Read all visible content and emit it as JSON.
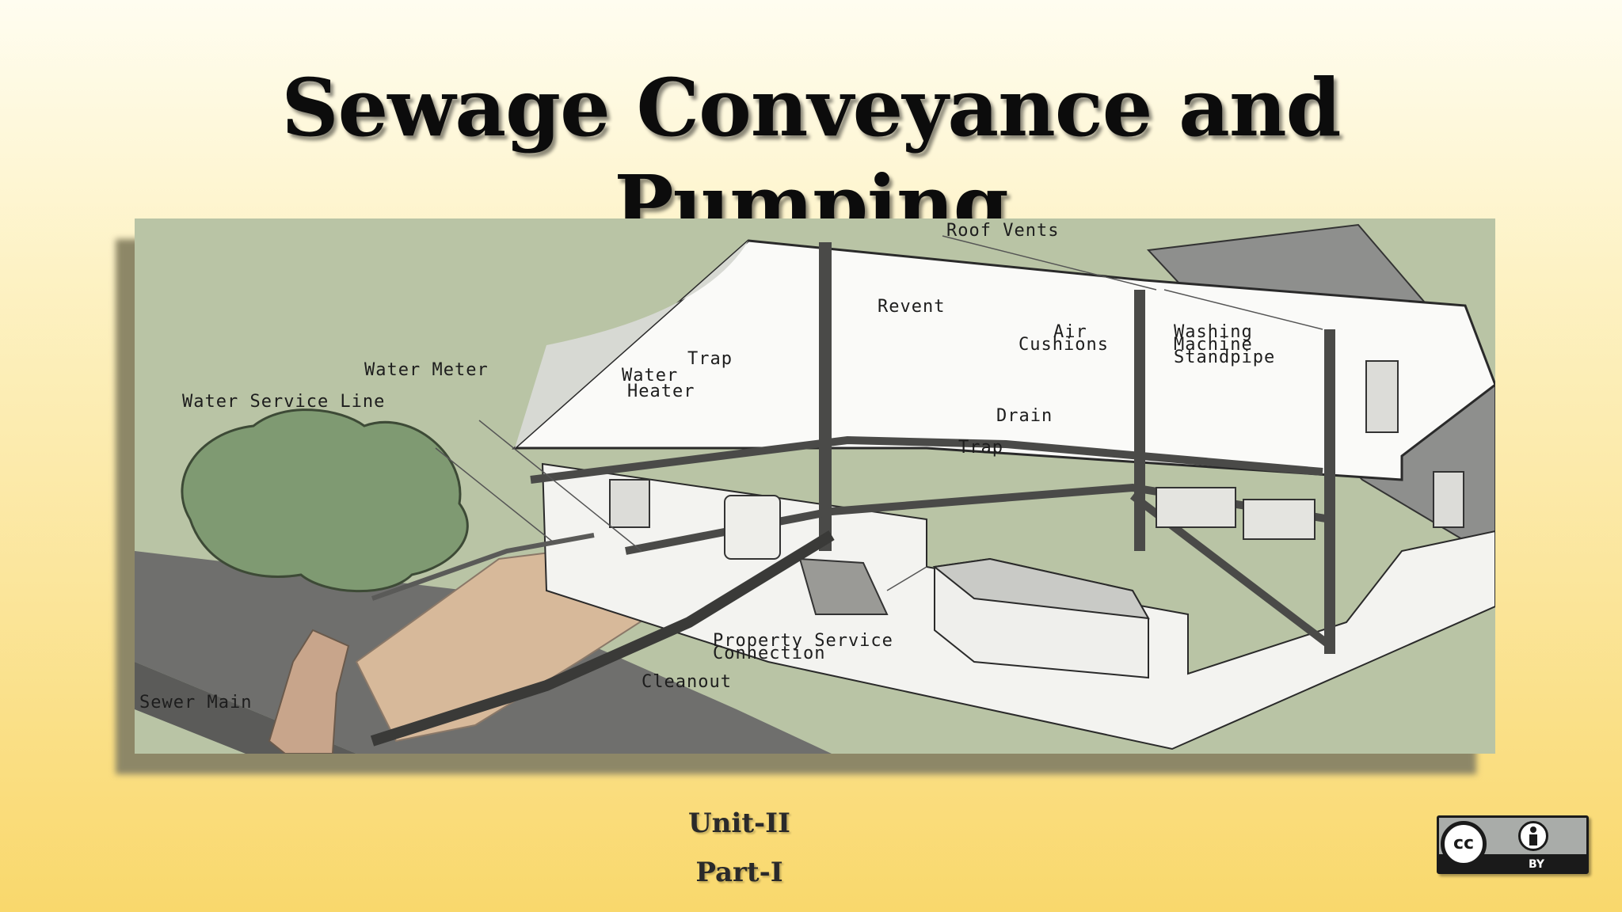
{
  "slide": {
    "title_line1": "Sewage Conveyance and",
    "title_line2": "Pumping",
    "unit": "Unit-II",
    "part": "Part-I"
  },
  "figure": {
    "labels": {
      "roof_vents": "Roof Vents",
      "revent": "Revent",
      "air_1": "Air",
      "air_2": "Cushions",
      "washing_1": "Washing",
      "washing_2": "Machine",
      "washing_3": "Standpipe",
      "trap_upper": "Trap",
      "water_heater_1": "Water",
      "water_heater_2": "Heater",
      "water_meter": "Water Meter",
      "water_service_line": "Water Service Line",
      "drain": "Drain",
      "trap_lower": "Trap",
      "property_1": "Property Service",
      "property_2": "Connection",
      "cleanout": "Cleanout",
      "sewer_main": "Sewer Main"
    }
  },
  "license": {
    "by": "BY",
    "cc_glyph": "cc"
  }
}
